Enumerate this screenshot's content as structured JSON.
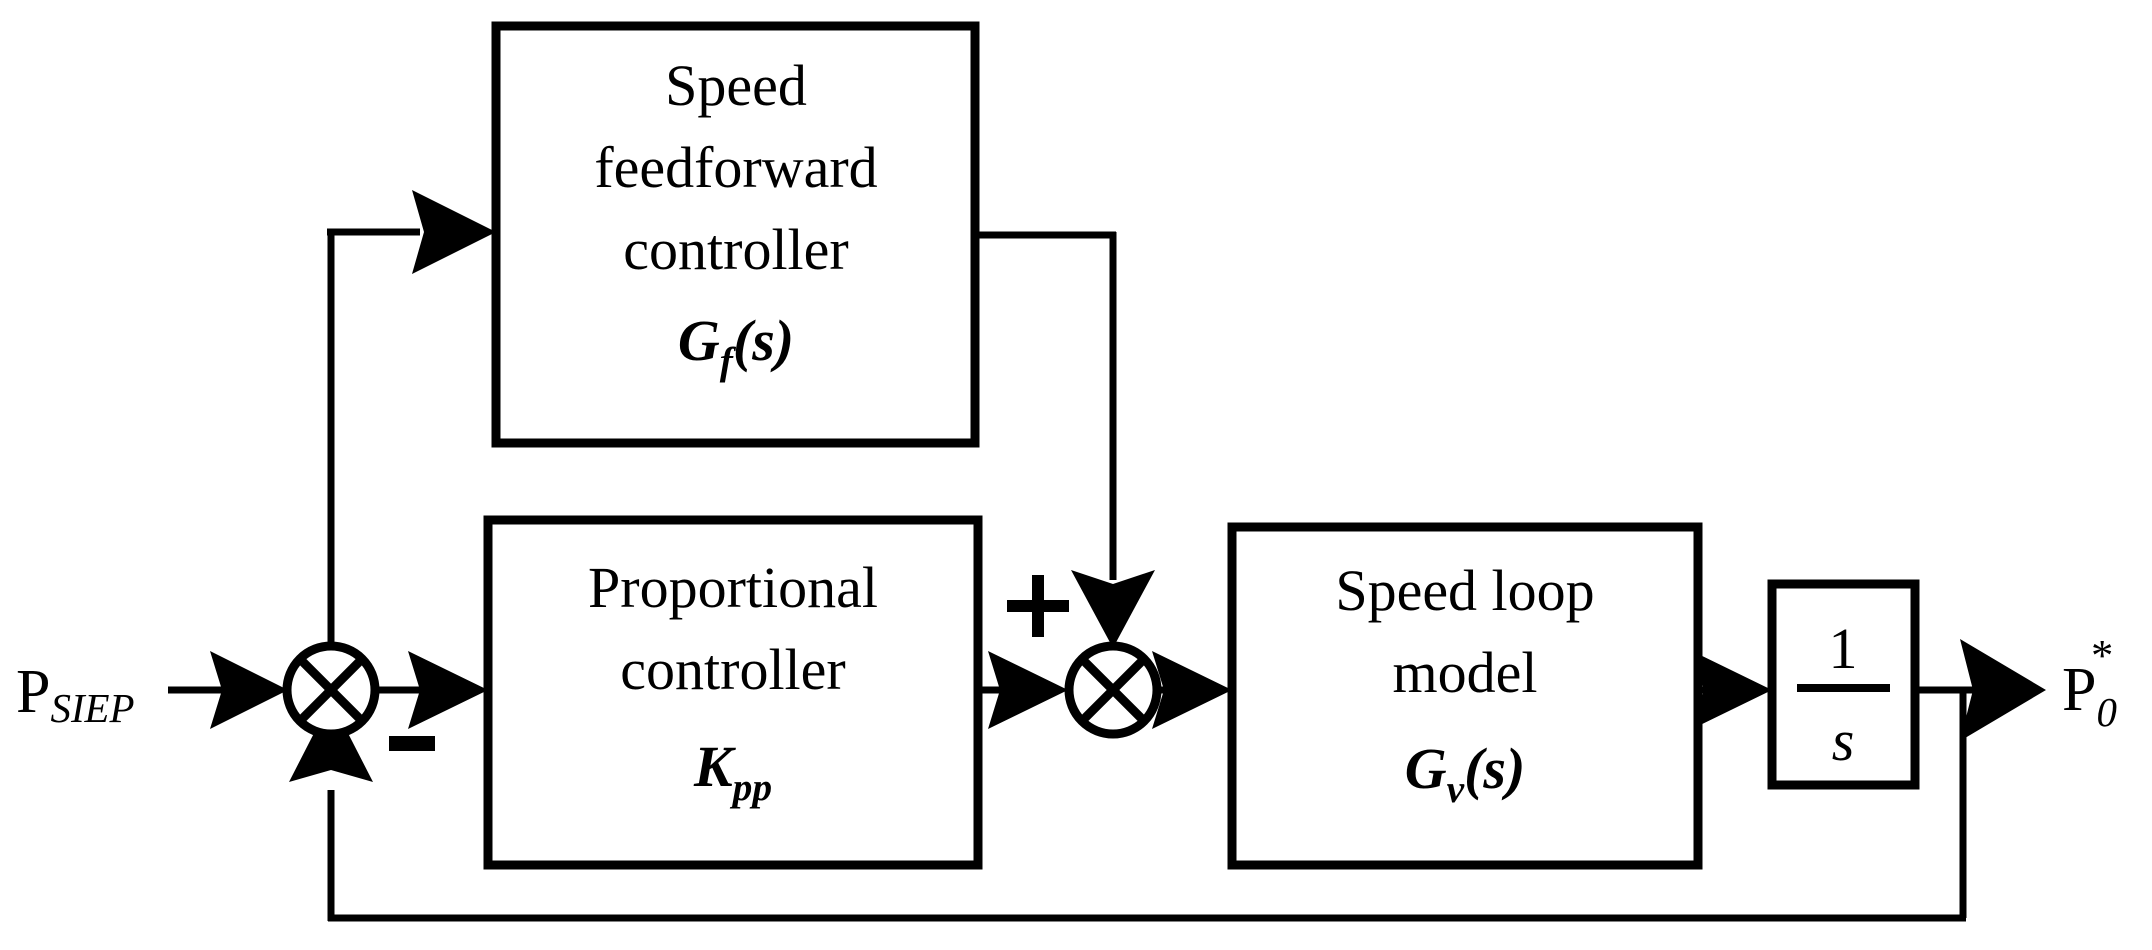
{
  "diagram": {
    "title": "Position loop control block diagram with speed feedforward",
    "type": "control-system-block-diagram",
    "colors": {
      "line": "#000000",
      "background": "#ffffff",
      "text": "#000000"
    }
  },
  "io": {
    "input_main": "P",
    "input_sub": "SIEP",
    "output_main": "P",
    "output_sub": "0",
    "output_sup": "*"
  },
  "signs": {
    "negative": "-",
    "positive": "+"
  },
  "blocks": [
    {
      "id": "speed-feedforward-controller",
      "line1": "Speed",
      "line2": "feedforward",
      "line3": "controller",
      "symbol_main": "G",
      "symbol_sub": "f",
      "symbol_tail": "(s)"
    },
    {
      "id": "proportional-controller",
      "line1": "Proportional",
      "line2": "controller",
      "line3": "",
      "symbol_main": "K",
      "symbol_sub": "pp",
      "symbol_tail": ""
    },
    {
      "id": "speed-loop-model",
      "line1": "Speed loop",
      "line2": "model",
      "line3": "",
      "symbol_main": "G",
      "symbol_sub": "v",
      "symbol_tail": "(s)"
    },
    {
      "id": "integrator",
      "numerator": "1",
      "denominator": "s"
    }
  ],
  "summing_junctions": [
    {
      "id": "error-junction",
      "glyph": "cross-circle"
    },
    {
      "id": "feedforward-sum-junction",
      "glyph": "cross-circle"
    }
  ]
}
